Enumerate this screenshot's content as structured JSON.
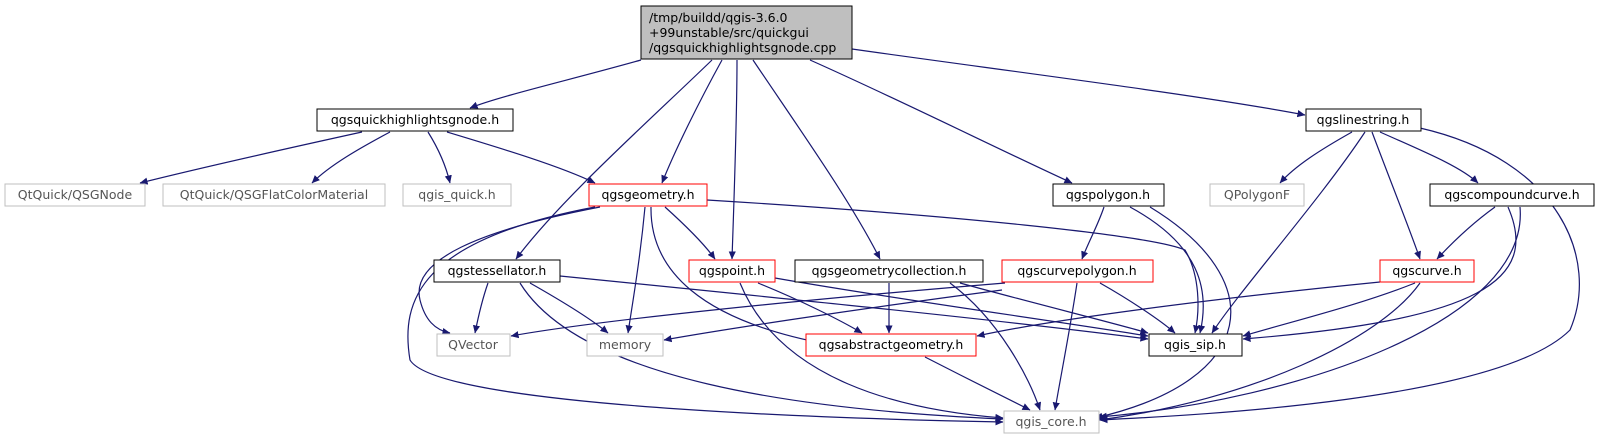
{
  "graph": {
    "root": {
      "line1": "/tmp/buildd/qgis-3.6.0",
      "line2": "+99unstable/src/quickgui",
      "line3": "/qgsquickhighlightsgnode.cpp"
    },
    "nodes": {
      "qgsquickhighlightsgnode_h": "qgsquickhighlightsgnode.h",
      "qsgnode": "QtQuick/QSGNode",
      "qsgflatcolormaterial": "QtQuick/QSGFlatColorMaterial",
      "qgis_quick_h": "qgis_quick.h",
      "qgsgeometry_h": "qgsgeometry.h",
      "qgspolygon_h": "qgspolygon.h",
      "qgslinestring_h": "qgslinestring.h",
      "qpolygonf": "QPolygonF",
      "qgscompoundcurve_h": "qgscompoundcurve.h",
      "qgstessellator_h": "qgstessellator.h",
      "qgspoint_h": "qgspoint.h",
      "qgsgeometrycollection_h": "qgsgeometrycollection.h",
      "qgscurvepolygon_h": "qgscurvepolygon.h",
      "qgscurve_h": "qgscurve.h",
      "qvector": "QVector",
      "memory": "memory",
      "qgsabstractgeometry_h": "qgsabstractgeometry.h",
      "qgis_sip_h": "qgis_sip.h",
      "qgis_core_h": "qgis_core.h"
    },
    "colors": {
      "edge": "#191970",
      "documented_border": "#000000",
      "undocumented_border": "#ff0000",
      "external_border": "#bfbfbf",
      "root_fill": "#bfbfbf",
      "external_text": "#555555"
    }
  }
}
